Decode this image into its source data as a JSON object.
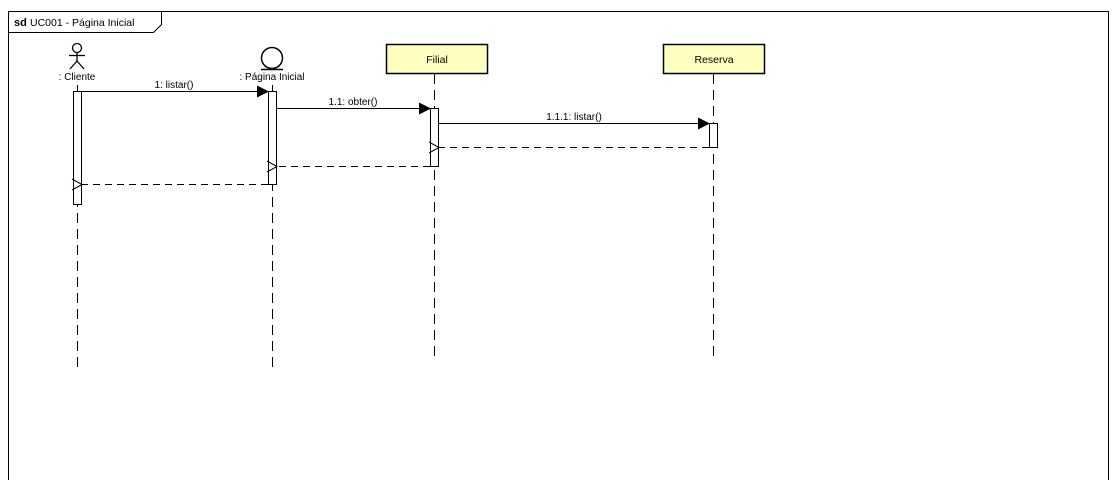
{
  "frame": {
    "keyword": "sd",
    "name": "UC001 - Página Inicial"
  },
  "participants": {
    "cliente": {
      "label": ": Cliente",
      "kind": "actor"
    },
    "pagina": {
      "label": ": Página Inicial",
      "kind": "boundary"
    },
    "filial": {
      "label": "Filial",
      "kind": "class"
    },
    "reserva": {
      "label": "Reserva",
      "kind": "class"
    }
  },
  "messages": {
    "m1": {
      "label": "1: listar()",
      "kind": "sync"
    },
    "m2": {
      "label": "1.1: obter()",
      "kind": "sync"
    },
    "m3": {
      "label": "1.1.1: listar()",
      "kind": "sync"
    },
    "r3": {
      "label": "",
      "kind": "reply"
    },
    "r2": {
      "label": "",
      "kind": "reply"
    },
    "r1": {
      "label": "",
      "kind": "reply"
    }
  },
  "colors": {
    "class_fill": "#ffffc0",
    "line": "#000000",
    "frame_border": "#000000"
  }
}
